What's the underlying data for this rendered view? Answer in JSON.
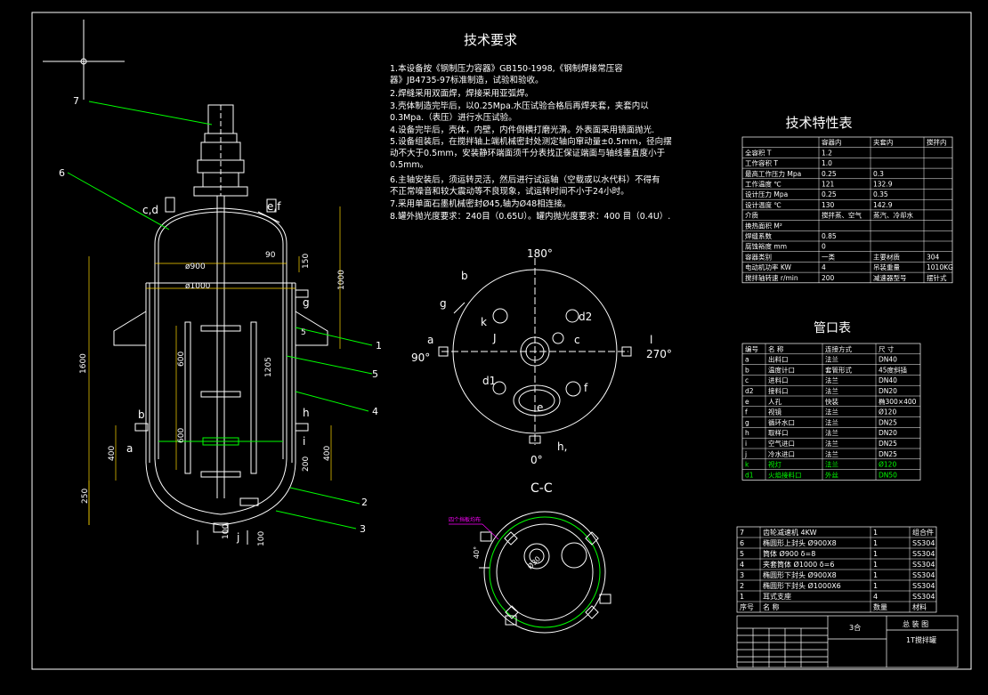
{
  "tech_requirements": {
    "title": "技术要求",
    "lines": [
      "1.本设备按《钢制压力容器》GB150-1998,《钢制焊接常压容",
      "器》JB4735-97标准制造，试验和验收。",
      "2.焊缝采用双面焊，焊接采用亚弧焊。",
      "3.壳体制造完毕后，以0.25Mpa.水压试验合格后再焊夹套，夹套内以",
      "0.3Mpa.（表压）进行水压试验。",
      "4.设备完毕后，壳体，内壁，内件倒横打磨光滑。外表面采用镜面抛光.",
      "5.设备组装后，在搅拌轴上端机械密封处测定轴向窜动量±0.5mm，径向摆",
      "动不大于0.5mm，安装静环端面须千分表找正保证端面与轴线垂直度小于",
      "0.5mm。",
      "6.主轴安装后，须运转灵活，然后进行试运轴（空载或以水代料）不得有",
      "不正常噪音和较大震动等不良现象，试运转时间不小于24小时。",
      "7.采用单面石墨机械密封Ø45,轴为Ø48相连接。",
      "8.罐外抛光度要求：240目（0.65U）。罐内抛光度要求：400 目（0.4U）."
    ]
  },
  "spec_table": {
    "title": "技术特性表",
    "header": [
      "",
      "容器内",
      "夹套内",
      "搅拌内"
    ],
    "rows": [
      [
        "全容积  T",
        "1.2",
        "",
        ""
      ],
      [
        "工作容积  T",
        "1.0",
        "",
        ""
      ],
      [
        "最高工作压力  Mpa",
        "0.25",
        "0.3",
        ""
      ],
      [
        "工作温度      ℃",
        "121",
        "132.9",
        ""
      ],
      [
        "设计压力   Mpa",
        "0.25",
        "0.35",
        ""
      ],
      [
        "设计温度      ℃",
        "130",
        "142.9",
        ""
      ],
      [
        "介质",
        "搅拌蒸、空气",
        "蒸汽、冷却水",
        ""
      ],
      [
        "换热面积     M²",
        "",
        "",
        ""
      ],
      [
        "焊缝系数",
        "0.85",
        "",
        ""
      ],
      [
        "腐蚀裕度      mm",
        "0",
        "",
        ""
      ],
      [
        "容器类别",
        "一类",
        "主要材质",
        "304"
      ],
      [
        "电动机功率   KW",
        "4",
        "吊装重量",
        "1010KG"
      ],
      [
        "搅拌轴转速 r/min",
        "200",
        "减速器型号",
        "摆针式"
      ]
    ]
  },
  "nozzle_table": {
    "title": "管口表",
    "header": [
      "编号",
      "名    称",
      "连接方式",
      "尺   寸"
    ],
    "rows": [
      [
        "a",
        "出料口",
        "法兰",
        "DN40"
      ],
      [
        "b",
        "温度计口",
        "套管形式",
        "45度斜插"
      ],
      [
        "c",
        "进料口",
        "法兰",
        "DN40"
      ],
      [
        "d2",
        "接料口",
        "法兰",
        "DN20"
      ],
      [
        "e",
        "人孔",
        "快装",
        "椭300×400"
      ],
      [
        "f",
        "视镜",
        "法兰",
        "Ø120"
      ],
      [
        "g",
        "循环水口",
        "法兰",
        "DN25"
      ],
      [
        "h",
        "取样口",
        "法兰",
        "DN20"
      ],
      [
        "i",
        "空气进口",
        "法兰",
        "DN25"
      ],
      [
        "j",
        "冷水进口",
        "法兰",
        "DN25"
      ],
      [
        "k",
        "视灯",
        "法兰",
        "Ø120"
      ],
      [
        "d1",
        "火焰接料口",
        "外丝",
        "DN50"
      ]
    ]
  },
  "parts_list": {
    "header": [
      "序号",
      "名        称",
      "数量",
      "材料"
    ],
    "rows": [
      [
        "7",
        "齿轮减速机      4KW",
        "1",
        "组合件"
      ],
      [
        "6",
        "椭圆形上封头     Ø900X8",
        "1",
        "SS304"
      ],
      [
        "5",
        "筒体    Ø900    δ=8",
        "1",
        "SS304"
      ],
      [
        "4",
        "夹套筒体 Ø1000   δ=6",
        "1",
        "SS304"
      ],
      [
        "3",
        "椭圆形下封头     Ø900X8",
        "1",
        "SS304"
      ],
      [
        "2",
        "椭圆形下封头     Ø1000X6",
        "1",
        "SS304"
      ],
      [
        "1",
        "耳式支座",
        "4",
        "SS304"
      ]
    ]
  },
  "title_block": {
    "left_label": "3合",
    "drawing_title": "总 装 图",
    "drawing_name": "1T搅拌罐"
  },
  "main_view": {
    "callouts": [
      "1",
      "2",
      "3",
      "4",
      "5",
      "6",
      "7"
    ],
    "nozzle_labels": [
      "a",
      "b",
      "c,d",
      "e,f",
      "g",
      "h",
      "i",
      "j"
    ],
    "dims": {
      "d900": "ø900",
      "d1000": "ø1000",
      "h1600": "1600",
      "h1000": "1000",
      "h1205": "1205",
      "h600a": "600",
      "h600b": "600",
      "d150": "150",
      "d90": "90",
      "d5": "5",
      "d400L": "400",
      "d400R": "400",
      "d200": "200",
      "d250": "250",
      "d100a": "100",
      "d100b": "100"
    }
  },
  "top_view": {
    "angle_top": "180°",
    "angle_left": "90°",
    "angle_right": "270°",
    "angle_bottom": "0°",
    "labels": [
      "b",
      "g",
      "k",
      "d2",
      "J",
      "c",
      "a",
      "l",
      "d1",
      "e",
      "f",
      "h,"
    ]
  },
  "section_cc": {
    "title": "C-C",
    "note": "四个挡板均布",
    "dim_left": "40°",
    "dim_center": "Ø30"
  },
  "colors": {
    "background": "#000000",
    "line": "#ffffff",
    "callout": "#00ff00",
    "dimension": "#ffd700",
    "note": "#ff00ff"
  }
}
